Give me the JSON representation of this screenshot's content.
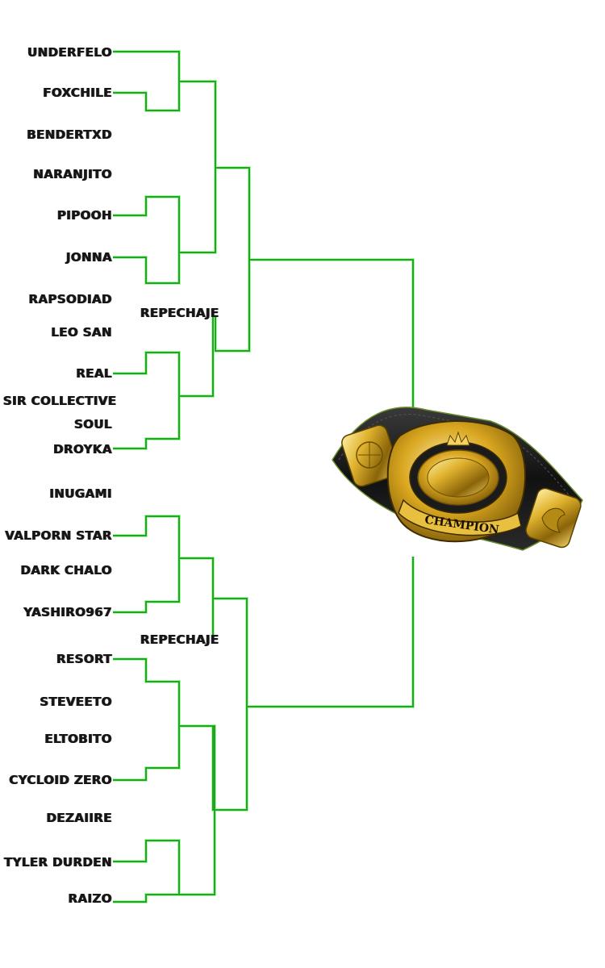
{
  "title": "",
  "colors": {
    "line": "#22a522",
    "line_glow": "#aaf7aa",
    "text": "#151515"
  },
  "players": [
    "UNDERFELO",
    "FOXCHILE",
    "BENDERTXD",
    "NARANJITO",
    "PIPOOH",
    "JONNA",
    "RAPSODIAD",
    "LEO SAN",
    "REAL",
    "SIR COLLECTIVE",
    "SOUL",
    "DROYKA",
    "INUGAMI",
    "VALPORN STAR",
    "DARK  CHALO",
    "YASHIRO967",
    "RESORT",
    "STEVEETO",
    "ELTOBITO",
    "CYCLOID ZERO",
    "DEZAIIRE",
    "TYLER DURDEN",
    "RAIZO"
  ],
  "repechaje": [
    "REPECHAJE",
    "REPECHAJE"
  ],
  "trophy": {
    "label": "CHAMPION",
    "icon": "championship-belt-icon"
  }
}
